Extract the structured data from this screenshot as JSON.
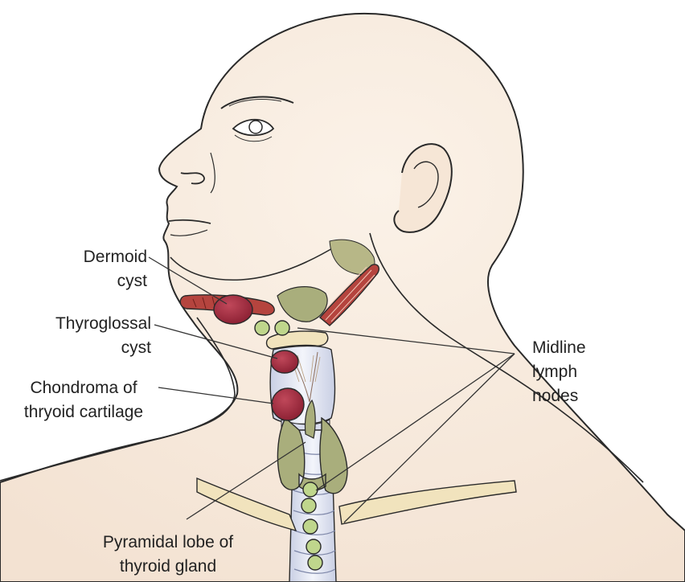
{
  "labels": {
    "dermoid": [
      "Dermoid",
      "cyst"
    ],
    "thyroglossal": [
      "Thyroglossal",
      "cyst"
    ],
    "chondroma": [
      "Chondroma of",
      "thryoid cartilage"
    ],
    "midline": [
      "Midline",
      "lymph",
      "nodes"
    ],
    "pyramidal": [
      "Pyramidal lobe of",
      "thyroid gland"
    ]
  },
  "colors": {
    "skin": "#f6e9dc",
    "outline": "#2a2a2a",
    "thyroid": "#a9ae7c",
    "lymph_node": "#bfd68c",
    "cyst": "#9c2a3c",
    "clavicle": "#f1e3bd",
    "trachea": "#dfe3f0",
    "muscle": "#b5443e",
    "leader_line": "#333333"
  }
}
